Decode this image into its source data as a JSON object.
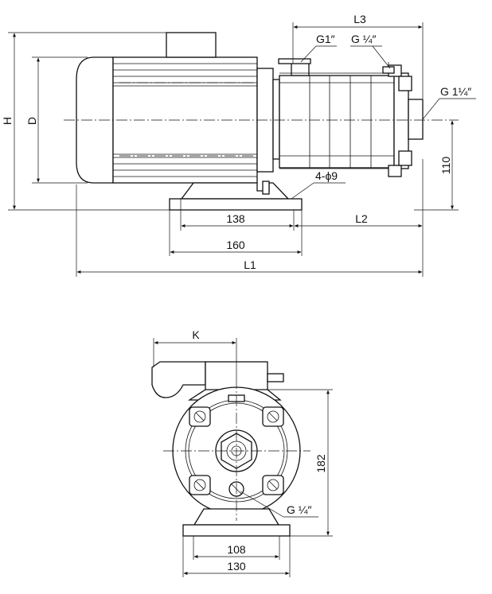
{
  "side_view": {
    "dims": {
      "L3": "L3",
      "G1": "G1″",
      "G14_top": "G ¼″",
      "G114": "G 1¼″",
      "H": "H",
      "D": "D",
      "holes": "4-ϕ9",
      "d138": "138",
      "L2": "L2",
      "d160": "160",
      "L1": "L1",
      "d110": "110"
    }
  },
  "end_view": {
    "dims": {
      "K": "K",
      "d182": "182",
      "G14_bottom": "G ¼″",
      "d108": "108",
      "d130": "130"
    }
  }
}
